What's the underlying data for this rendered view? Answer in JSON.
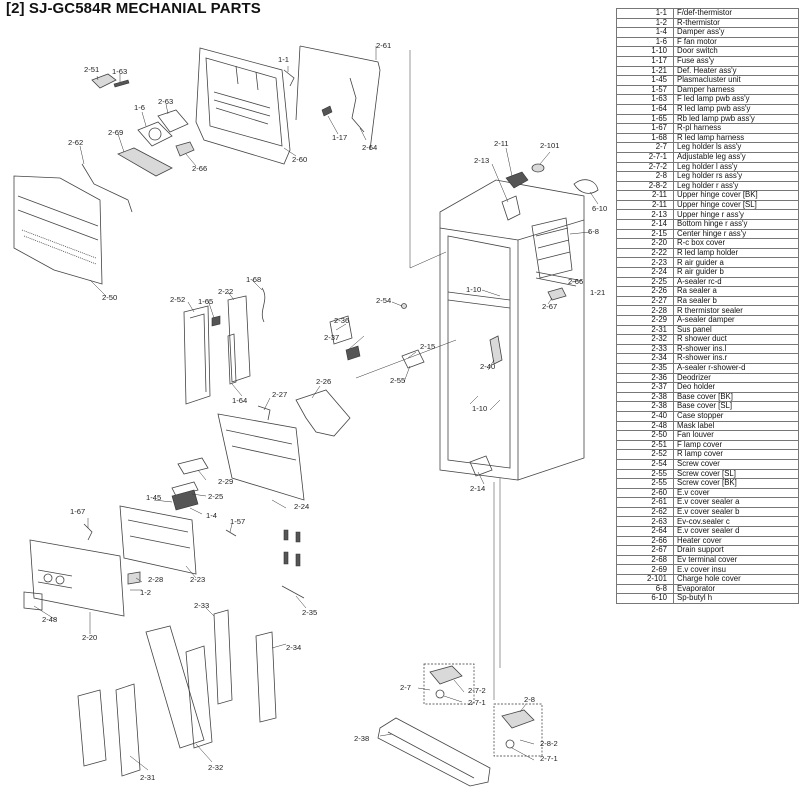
{
  "title": "[2] SJ-GC584R MECHANIAL PARTS",
  "parts_list": [
    {
      "code": "1-1",
      "name": "F/def-thermistor"
    },
    {
      "code": "1-2",
      "name": "R-thermistor"
    },
    {
      "code": "1-4",
      "name": "Damper ass'y"
    },
    {
      "code": "1-6",
      "name": "F fan motor"
    },
    {
      "code": "1-10",
      "name": "Door switch"
    },
    {
      "code": "1-17",
      "name": "Fuse ass'y"
    },
    {
      "code": "1-21",
      "name": "Def. Heater ass'y"
    },
    {
      "code": "1-45",
      "name": "Plasmacluster unit"
    },
    {
      "code": "1-57",
      "name": "Damper harness"
    },
    {
      "code": "1-63",
      "name": "F led lamp pwb ass'y"
    },
    {
      "code": "1-64",
      "name": "R led lamp pwb ass'y"
    },
    {
      "code": "1-65",
      "name": "Rb led lamp pwb ass'y"
    },
    {
      "code": "1-67",
      "name": "R-pl harness"
    },
    {
      "code": "1-68",
      "name": "R led lamp harness"
    },
    {
      "code": "2-7",
      "name": "Leg holder ls ass'y"
    },
    {
      "code": "2-7-1",
      "name": "Adjustable leg ass'y"
    },
    {
      "code": "2-7-2",
      "name": "Leg holder l ass'y"
    },
    {
      "code": "2-8",
      "name": "Leg holder rs ass'y"
    },
    {
      "code": "2-8-2",
      "name": "Leg holder r ass'y"
    },
    {
      "code": "2-11",
      "name": "Upper hinge cover [BK]"
    },
    {
      "code": "2-11",
      "name": "Upper hinge cover [SL]"
    },
    {
      "code": "2-13",
      "name": "Upper hinge r ass'y"
    },
    {
      "code": "2-14",
      "name": "Bottom hinge r ass'y"
    },
    {
      "code": "2-15",
      "name": "Center hinge r ass'y"
    },
    {
      "code": "2-20",
      "name": "R-c box cover"
    },
    {
      "code": "2-22",
      "name": "R led lamp holder"
    },
    {
      "code": "2-23",
      "name": "R air guider a"
    },
    {
      "code": "2-24",
      "name": "R air guider b"
    },
    {
      "code": "2-25",
      "name": "A-sealer rc-d"
    },
    {
      "code": "2-26",
      "name": "Ra sealer a"
    },
    {
      "code": "2-27",
      "name": "Ra sealer b"
    },
    {
      "code": "2-28",
      "name": "R thermistor sealer"
    },
    {
      "code": "2-29",
      "name": "A-sealer damper"
    },
    {
      "code": "2-31",
      "name": "Sus panel"
    },
    {
      "code": "2-32",
      "name": "R shower duct"
    },
    {
      "code": "2-33",
      "name": "R-shower ins.l"
    },
    {
      "code": "2-34",
      "name": "R-shower ins.r"
    },
    {
      "code": "2-35",
      "name": "A-sealer r-shower-d"
    },
    {
      "code": "2-36",
      "name": "Deodrizer"
    },
    {
      "code": "2-37",
      "name": "Deo holder"
    },
    {
      "code": "2-38",
      "name": "Base cover [BK]"
    },
    {
      "code": "2-38",
      "name": "Base cover [SL]"
    },
    {
      "code": "2-40",
      "name": "Case stopper"
    },
    {
      "code": "2-48",
      "name": "Mask label"
    },
    {
      "code": "2-50",
      "name": "Fan louver"
    },
    {
      "code": "2-51",
      "name": "F lamp cover"
    },
    {
      "code": "2-52",
      "name": "R lamp cover"
    },
    {
      "code": "2-54",
      "name": "Screw cover"
    },
    {
      "code": "2-55",
      "name": "Screw cover [SL]"
    },
    {
      "code": "2-55",
      "name": "Screw cover [BK]"
    },
    {
      "code": "2-60",
      "name": "E.v cover"
    },
    {
      "code": "2-61",
      "name": "E.v cover sealer a"
    },
    {
      "code": "2-62",
      "name": "E.v cover sealer b"
    },
    {
      "code": "2-63",
      "name": "Ev-cov.sealer c"
    },
    {
      "code": "2-64",
      "name": "E.v cover sealer d"
    },
    {
      "code": "2-66",
      "name": "Heater cover"
    },
    {
      "code": "2-67",
      "name": "Drain support"
    },
    {
      "code": "2-68",
      "name": "Ev terminal cover"
    },
    {
      "code": "2-69",
      "name": "E.v cover insu"
    },
    {
      "code": "2-101",
      "name": "Charge hole cover"
    },
    {
      "code": "6-8",
      "name": "Evaporator"
    },
    {
      "code": "6-10",
      "name": "Sp-butyl h"
    }
  ],
  "callouts": {
    "c_2_51": "2-51",
    "c_1_63": "1-63",
    "c_1_1": "1-1",
    "c_2_61": "2-61",
    "c_1_6": "1-6",
    "c_2_63": "2-63",
    "c_2_69": "2-69",
    "c_2_66a": "2-66",
    "c_2_62": "2-62",
    "c_2_60": "2-60",
    "c_1_17": "1-17",
    "c_2_64": "2-64",
    "c_2_50": "2-50",
    "c_2_11": "2-11",
    "c_2_101": "2-101",
    "c_2_13": "2-13",
    "c_6_10": "6-10",
    "c_6_8": "6-8",
    "c_2_66b": "2-66",
    "c_1_21": "1-21",
    "c_2_67": "2-67",
    "c_1_10a": "1-10",
    "c_2_54": "2-54",
    "c_1_68": "1-68",
    "c_2_52": "2-52",
    "c_1_65": "1-65",
    "c_2_22": "2-22",
    "c_2_36": "2-36",
    "c_2_37": "2-37",
    "c_2_15": "2-15",
    "c_2_55": "2-55",
    "c_2_40": "2-40",
    "c_1_64": "1-64",
    "c_2_27": "2-27",
    "c_2_26": "2-26",
    "c_1_10b": "1-10",
    "c_2_29": "2-29",
    "c_2_25": "2-25",
    "c_2_24": "2-24",
    "c_2_14": "2-14",
    "c_1_45": "1-45",
    "c_1_4": "1-4",
    "c_1_67": "1-67",
    "c_1_57": "1-57",
    "c_2_28": "2-28",
    "c_2_23": "2-23",
    "c_1_2": "1-2",
    "c_2_48": "2-48",
    "c_2_20": "2-20",
    "c_2_33": "2-33",
    "c_2_35": "2-35",
    "c_2_34": "2-34",
    "c_2_7": "2-7",
    "c_2_7_2": "2-7-2",
    "c_2_7_1a": "2-7-1",
    "c_2_8": "2-8",
    "c_2_38": "2-38",
    "c_2_8_2": "2-8-2",
    "c_2_7_1b": "2-7-1",
    "c_2_31": "2-31",
    "c_2_32": "2-32"
  }
}
